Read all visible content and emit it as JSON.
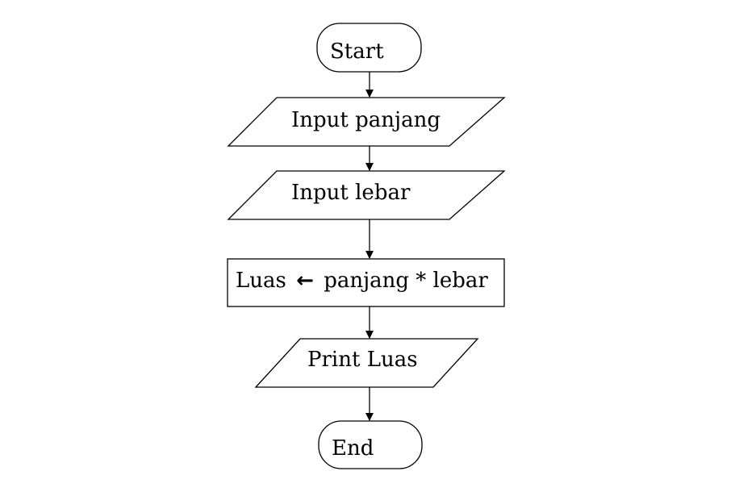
{
  "nodes": {
    "start": "Start",
    "input_panjang": "Input panjang",
    "input_lebar": "Input lebar",
    "process_prefix": "Luas",
    "process_arrow": "←",
    "process_suffix": "panjang * lebar",
    "output": "Print Luas",
    "end": "End"
  },
  "colors": {
    "stroke": "#000000",
    "fill": "#ffffff",
    "text": "#000000"
  }
}
